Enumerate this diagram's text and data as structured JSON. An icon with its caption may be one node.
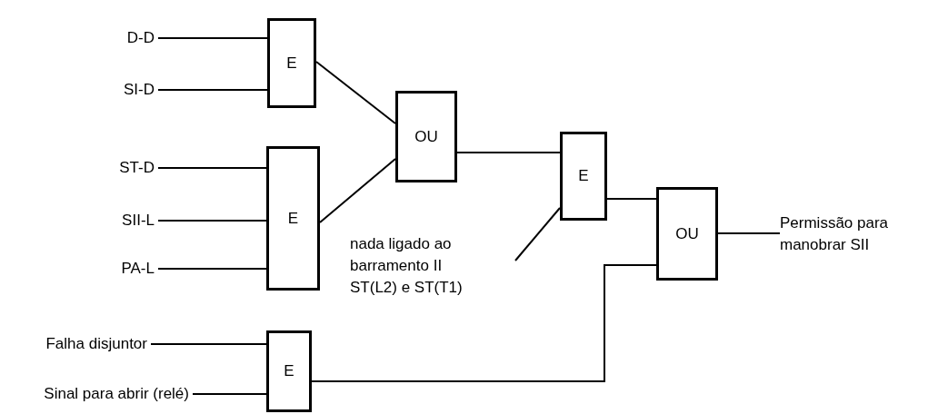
{
  "diagram": {
    "nodes": [
      {
        "text": [
          "D-D"
        ]
      },
      {
        "text": [
          "SI-D"
        ]
      },
      {
        "text": [
          "E"
        ]
      },
      {
        "text": [
          "ST-D"
        ]
      },
      {
        "text": [
          "SII-L"
        ]
      },
      {
        "text": [
          "PA-L"
        ]
      },
      {
        "text": [
          "E"
        ]
      },
      {
        "text": [
          "OU"
        ]
      },
      {
        "text": [
          "E"
        ]
      },
      {
        "text": [
          "nada ligado ao barramento II ST(L2) e ST(T1)"
        ]
      },
      {
        "text": [
          "OU"
        ]
      },
      {
        "text": [
          "Permissão para manobrar SII"
        ]
      },
      {
        "text": [
          "Falha disjuntor"
        ]
      },
      {
        "text": [
          "Sinal para abrir (relé)"
        ]
      },
      {
        "text": [
          "E"
        ]
      }
    ],
    "edges": [
      {
        "from": 0,
        "to": 2,
        "arrow": "none"
      },
      {
        "from": 1,
        "to": 2,
        "arrow": "none"
      },
      {
        "from": 3,
        "to": 6,
        "arrow": "none"
      },
      {
        "from": 4,
        "to": 6,
        "arrow": "none"
      },
      {
        "from": 5,
        "to": 6,
        "arrow": "none"
      },
      {
        "from": 2,
        "to": 7,
        "arrow": "none"
      },
      {
        "from": 6,
        "to": 7,
        "arrow": "none"
      },
      {
        "from": 7,
        "to": 8,
        "arrow": "none"
      },
      {
        "from": 9,
        "to": 8,
        "arrow": "none"
      },
      {
        "from": 8,
        "to": 10,
        "arrow": "none"
      },
      {
        "from": 14,
        "to": 10,
        "arrow": "none"
      },
      {
        "from": 10,
        "to": 11,
        "arrow": "none"
      },
      {
        "from": 12,
        "to": 14,
        "arrow": "none"
      },
      {
        "from": 13,
        "to": 14,
        "arrow": "none"
      }
    ]
  }
}
